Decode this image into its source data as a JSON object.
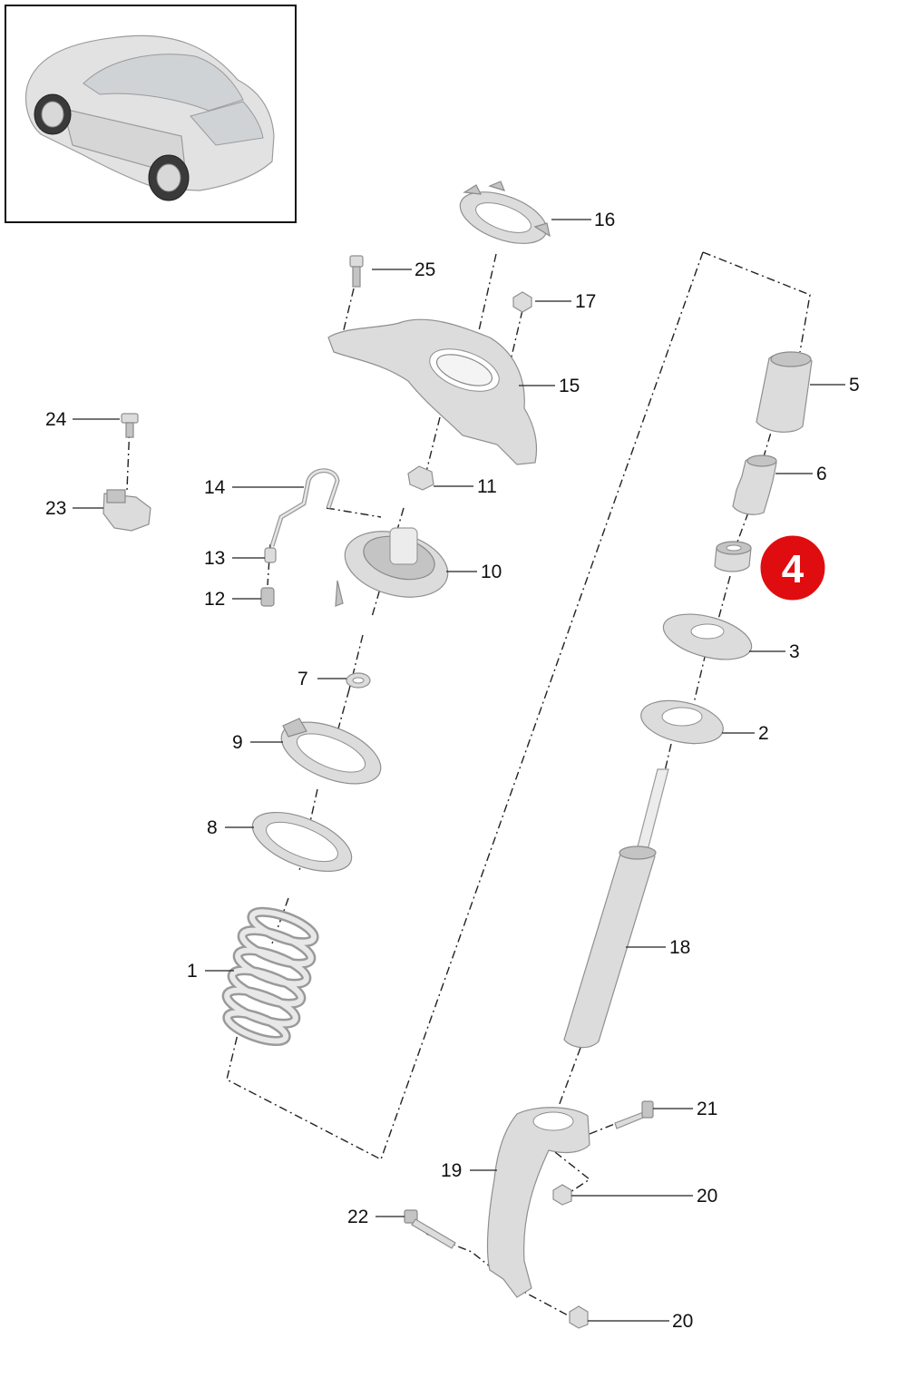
{
  "diagram": {
    "callouts": [
      {
        "id": "p1",
        "label": "1"
      },
      {
        "id": "p2",
        "label": "2"
      },
      {
        "id": "p3",
        "label": "3"
      },
      {
        "id": "p5",
        "label": "5"
      },
      {
        "id": "p6",
        "label": "6"
      },
      {
        "id": "p7",
        "label": "7"
      },
      {
        "id": "p8",
        "label": "8"
      },
      {
        "id": "p9",
        "label": "9"
      },
      {
        "id": "p10",
        "label": "10"
      },
      {
        "id": "p11",
        "label": "11"
      },
      {
        "id": "p12",
        "label": "12"
      },
      {
        "id": "p13",
        "label": "13"
      },
      {
        "id": "p14",
        "label": "14"
      },
      {
        "id": "p15",
        "label": "15"
      },
      {
        "id": "p16",
        "label": "16"
      },
      {
        "id": "p17",
        "label": "17"
      },
      {
        "id": "p18",
        "label": "18"
      },
      {
        "id": "p19",
        "label": "19"
      },
      {
        "id": "p20a",
        "label": "20"
      },
      {
        "id": "p20b",
        "label": "20"
      },
      {
        "id": "p21",
        "label": "21"
      },
      {
        "id": "p22",
        "label": "22"
      },
      {
        "id": "p23",
        "label": "23"
      },
      {
        "id": "p24",
        "label": "24"
      },
      {
        "id": "p25",
        "label": "25"
      }
    ],
    "highlight": {
      "label": "4",
      "color": "#e00d10"
    }
  }
}
